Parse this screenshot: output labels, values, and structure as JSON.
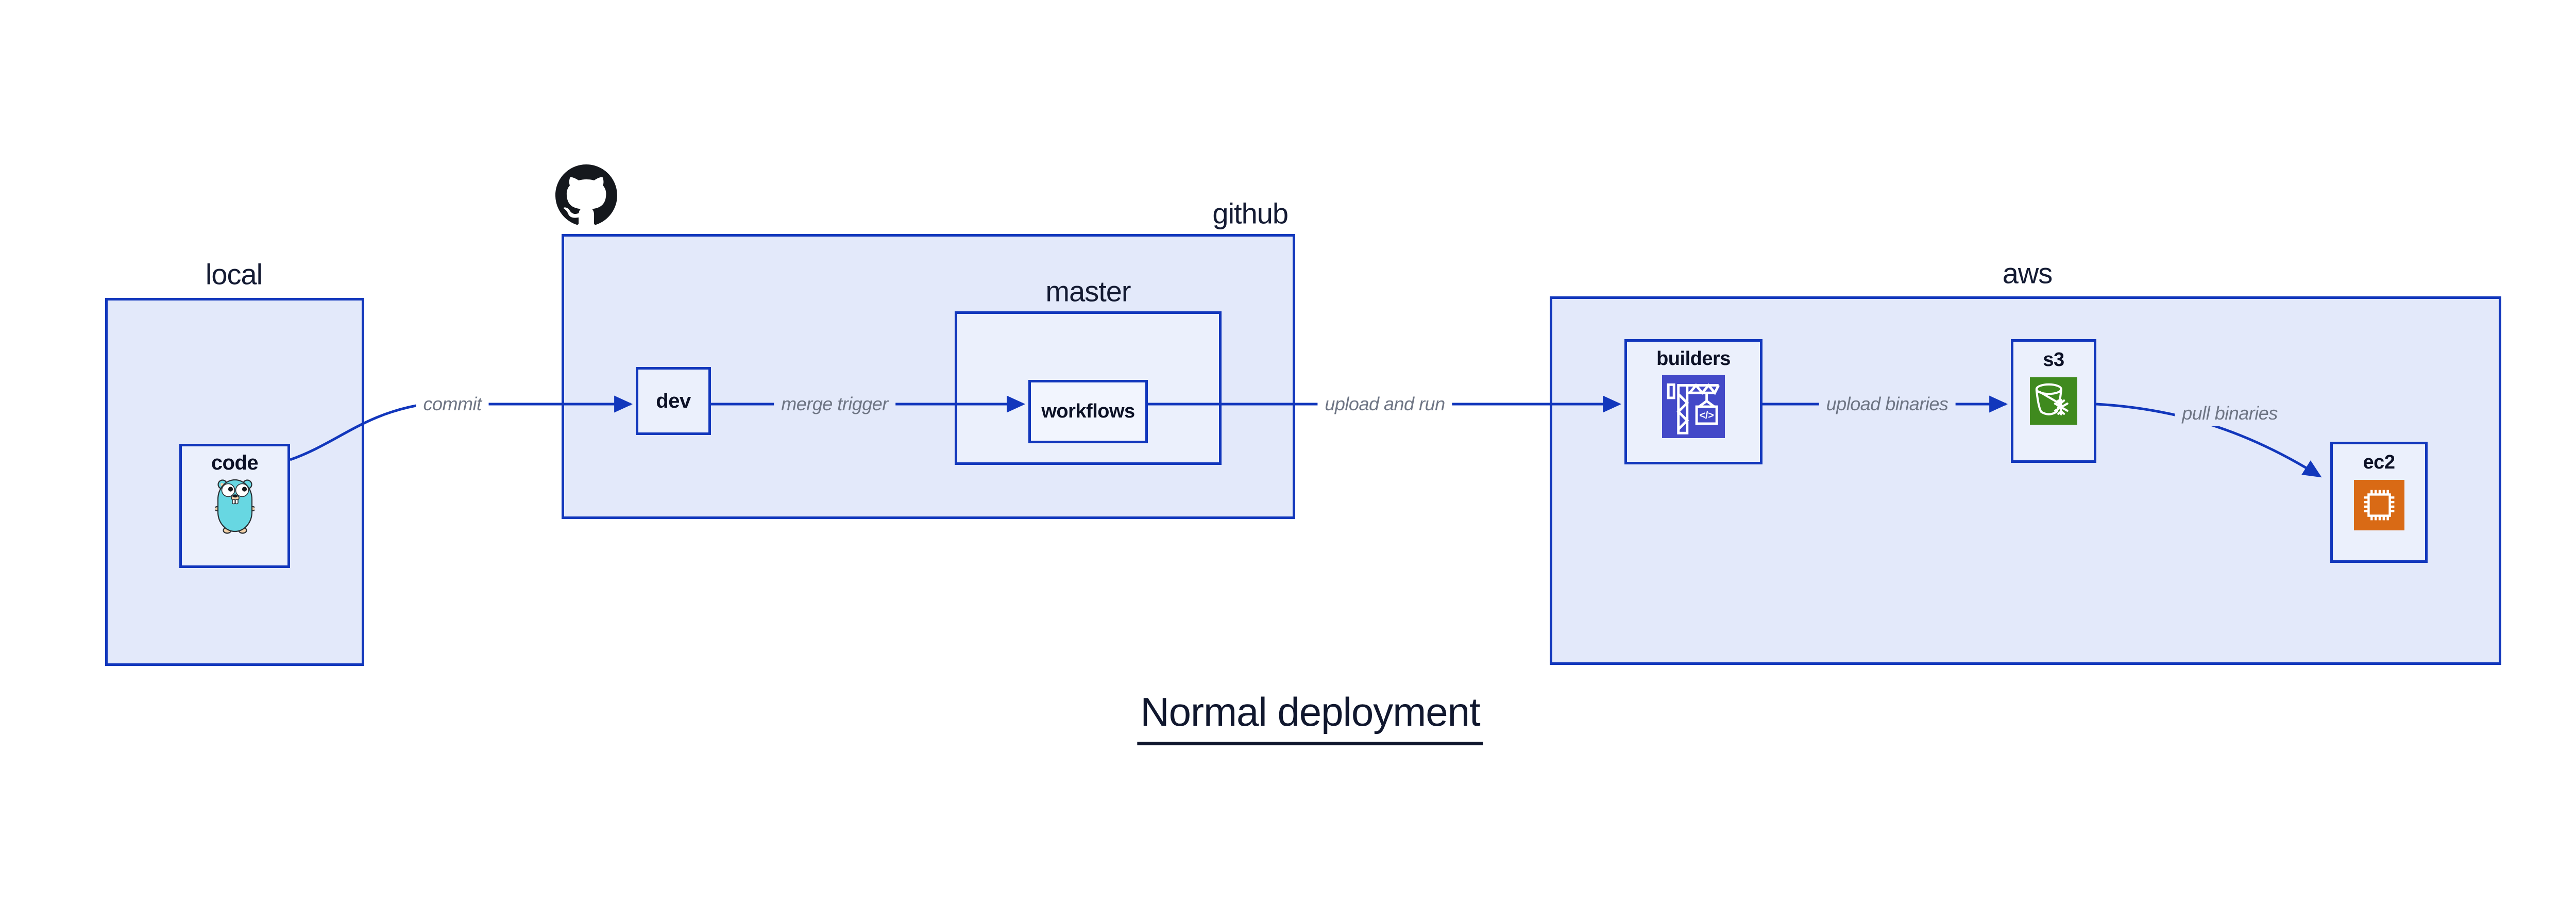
{
  "title": {
    "label": "Normal deployment"
  },
  "containers": {
    "local": {
      "label": "local"
    },
    "github": {
      "label": "github"
    },
    "master": {
      "label": "master"
    },
    "aws": {
      "label": "aws"
    }
  },
  "nodes": {
    "code": {
      "label": "code"
    },
    "dev": {
      "label": "dev"
    },
    "workflows": {
      "label": "workflows"
    },
    "builders": {
      "label": "builders",
      "icon_glyph": "</>"
    },
    "s3": {
      "label": "s3"
    },
    "ec2": {
      "label": "ec2"
    }
  },
  "edges": [
    {
      "id": "commit",
      "label": "commit",
      "from": "code",
      "to": "dev"
    },
    {
      "id": "merge-trigger",
      "label": "merge trigger",
      "from": "dev",
      "to": "workflows"
    },
    {
      "id": "upload-and-run",
      "label": "upload and run",
      "from": "workflows",
      "to": "builders"
    },
    {
      "id": "upload-binaries",
      "label": "upload binaries",
      "from": "builders",
      "to": "s3"
    },
    {
      "id": "pull-binaries",
      "label": "pull binaries",
      "from": "s3",
      "to": "ec2"
    }
  ],
  "icons": {
    "github_logo": "octocat-mark",
    "code_icon": "go-gopher",
    "builders_icon": "codebuild-crane",
    "s3_icon": "bucket-snowflake",
    "ec2_icon": "chip"
  },
  "colors": {
    "border_and_arrows": "#1237BC",
    "container_fill": "#E3E9FA",
    "node_fill": "#EBF0FC",
    "nested_node_fill": "#F2F5FE",
    "edge_label_text": "#6E7584",
    "label_text": "#141B33",
    "node_label_text": "#0C1126",
    "title_text": "#10172E",
    "builders_icon_bg": "#4349C8",
    "s3_icon_bg": "#3F8A1E",
    "ec2_icon_bg": "#D96A15",
    "github_logo_fill": "#15181D",
    "gopher_body": "#67D7E2"
  }
}
